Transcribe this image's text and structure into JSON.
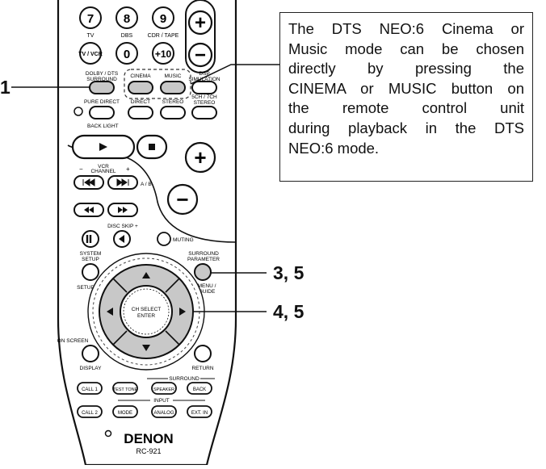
{
  "note": {
    "lines": [
      "The DTS NEO:6 Cinema or",
      "Music mode can be chosen",
      "directly by pressing the",
      "CINEMA or MUSIC button on",
      "the remote control unit",
      "during playback in the DTS",
      "NEO:6 mode."
    ]
  },
  "callouts": {
    "left": "1",
    "right_top": "3, 5",
    "right_bottom": "4, 5"
  },
  "remote": {
    "brand": "DENON",
    "model": "RC-921",
    "keys": {
      "seven": "7",
      "eight": "8",
      "nine": "9",
      "tv_vcr": "TV / VCR",
      "zero": "0",
      "plus10": "+10",
      "cinema": "CINEMA",
      "music": "MUSIC",
      "plus": "+",
      "minus": "−",
      "call1": "CALL 1",
      "testtone": "TEST TONE",
      "speaker": "SPEAKER",
      "back": "BACK",
      "call2": "CALL 2",
      "mode": "MODE",
      "analog": "ANALOG",
      "extin": "EXT. IN"
    },
    "labels": {
      "tv": "TV",
      "dbs": "DBS",
      "cdr_tape": "CDR / TAPE",
      "dolby_dts": "DOLBY / DTS",
      "surround": "SURROUND",
      "dsp": "DSP",
      "simulation": "SIMULATION",
      "pure_direct": "PURE DIRECT",
      "direct": "DIRECT",
      "stereo": "STEREO",
      "ch57_stereo_1": "5CH / 7CH",
      "ch57_stereo_2": "STEREO",
      "back_light": "BACK LIGHT",
      "vcr": "VCR",
      "channel": "CHANNEL",
      "ch_minus": "−",
      "ch_plus": "+",
      "ab": "A / B",
      "disc_skip": "DISC SKIP +",
      "muting": "MUTING",
      "system_setup_1": "SYSTEM",
      "system_setup_2": "SETUP",
      "setup": "SETUP",
      "surround_param_1": "SURROUND",
      "surround_param_2": "PARAMETER",
      "menu": "MENU /",
      "guide": "GUIDE",
      "ch_select": "CH SELECT",
      "enter": "ENTER",
      "on_screen": "ON SCREEN",
      "display": "DISPLAY",
      "return": "RETURN",
      "surround_group": "SURROUND",
      "input_group": "INPUT"
    }
  }
}
